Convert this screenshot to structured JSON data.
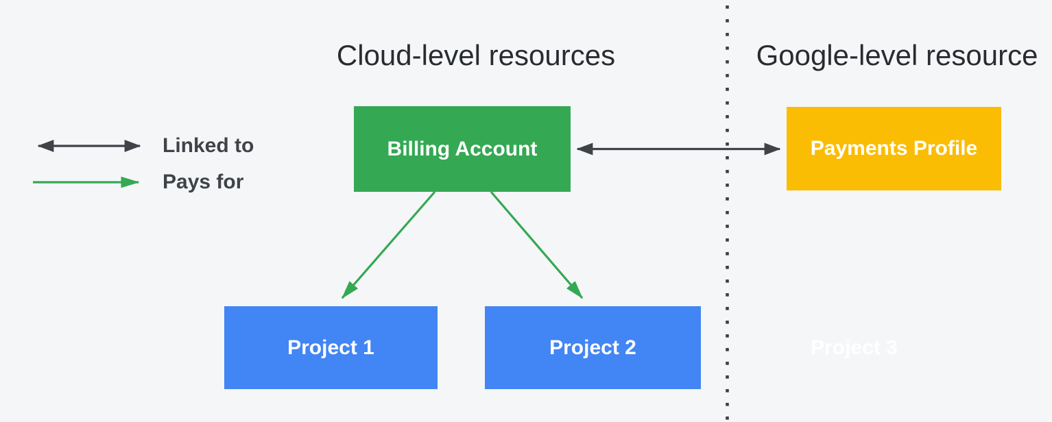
{
  "headers": {
    "cloud_level": "Cloud-level resources",
    "google_level": "Google-level resource"
  },
  "legend": {
    "linked_to": "Linked to",
    "pays_for": "Pays for"
  },
  "nodes": {
    "billing_account": "Billing Account",
    "payments_profile": "Payments Profile",
    "project_1": "Project 1",
    "project_2": "Project 2",
    "project_3": "Project 3"
  },
  "relationships": [
    {
      "from": "Billing Account",
      "to": "Payments Profile",
      "type": "Linked to"
    },
    {
      "from": "Billing Account",
      "to": "Project 1",
      "type": "Pays for"
    },
    {
      "from": "Billing Account",
      "to": "Project 2",
      "type": "Pays for"
    }
  ],
  "colors": {
    "background": "#F5F6F8",
    "billing_account_green": "#34A853",
    "payments_profile_yellow": "#FBBC04",
    "project_blue": "#4285F4",
    "arrow_dark": "#3F4347",
    "arrow_green": "#34A853",
    "divider_dark": "#3C4043",
    "header_text": "#292C2F",
    "project_3_text": "#FFFFFF"
  }
}
